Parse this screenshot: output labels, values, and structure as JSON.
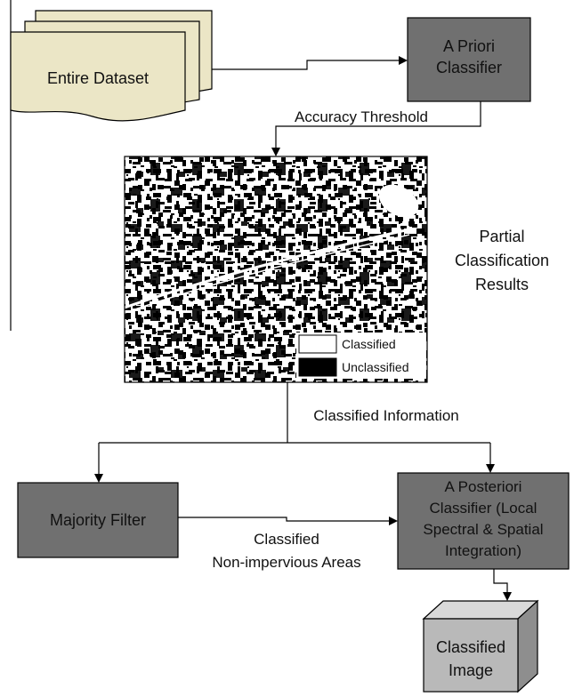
{
  "diagram": {
    "entire_dataset": "Entire Dataset",
    "a_priori_line1": "A Priori",
    "a_priori_line2": "Classifier",
    "accuracy_threshold": "Accuracy Threshold",
    "partial_line1": "Partial",
    "partial_line2": "Classification",
    "partial_line3": "Results",
    "legend_classified": "Classified",
    "legend_unclassified": "Unclassified",
    "classified_information": "Classified Information",
    "majority_filter": "Majority Filter",
    "edge_label_line1": "Classified",
    "edge_label_line2": "Non-impervious Areas",
    "posteriori_line1": "A Posteriori",
    "posteriori_line2": "Classifier (Local",
    "posteriori_line3": "Spectral & Spatial",
    "posteriori_line4": "Integration)",
    "classified_image_line1": "Classified",
    "classified_image_line2": "Image"
  },
  "colors": {
    "dataset_fill": "#ebe6c6",
    "box_fill": "#707070",
    "cube_front": "#b9b9b9",
    "cube_top": "#d9d9d9",
    "cube_side": "#8e8e8e",
    "line": "#000000"
  }
}
